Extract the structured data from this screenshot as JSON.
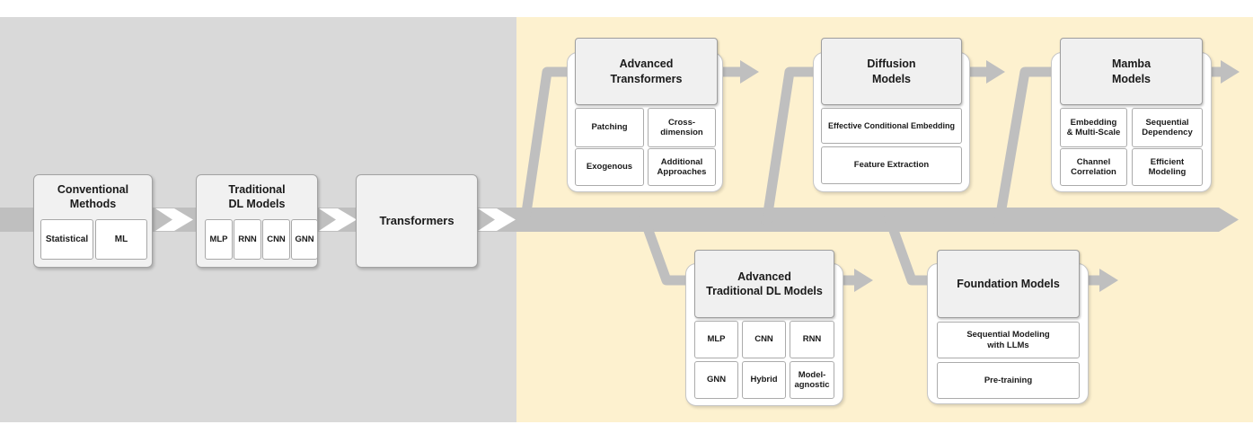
{
  "colors": {
    "left_panel": "#d9d9d9",
    "right_panel": "#fdf1cf",
    "arrow": "#bfbfbf",
    "stage_fill": "#f1f1f1",
    "header_fill": "#f0f0f0",
    "sub_fill": "#ffffff",
    "text": "#1a1a1a"
  },
  "icons": {
    "chevron": "chevron-right-icon",
    "arrowhead": "arrow-right-icon"
  },
  "stages": {
    "conventional": {
      "title": "Conventional\nMethods",
      "subs": [
        "Statistical",
        "ML"
      ]
    },
    "traditional": {
      "title": "Traditional\nDL Models",
      "subs": [
        "MLP",
        "RNN",
        "CNN",
        "GNN"
      ]
    },
    "transformers": {
      "title": "Transformers"
    }
  },
  "groups": {
    "advanced_transformers": {
      "title": "Advanced\nTransformers",
      "subs": [
        "Patching",
        "Cross-\ndimension",
        "Exogenous",
        "Additional\nApproaches"
      ]
    },
    "diffusion_models": {
      "title": "Diffusion\nModels",
      "subs": [
        "Effective Conditional Embedding",
        "Feature Extraction"
      ]
    },
    "mamba_models": {
      "title": "Mamba\nModels",
      "subs": [
        "Embedding\n& Multi-Scale",
        "Sequential\nDependency",
        "Channel\nCorrelation",
        "Efficient\nModeling"
      ]
    },
    "advanced_traditional_dl": {
      "title": "Advanced\nTraditional DL Models",
      "subs": [
        "MLP",
        "CNN",
        "RNN",
        "GNN",
        "Hybrid",
        "Model-\nagnostic"
      ]
    },
    "foundation_models": {
      "title": "Foundation Models",
      "subs": [
        "Sequential Modeling\nwith LLMs",
        "Pre-training"
      ]
    }
  }
}
